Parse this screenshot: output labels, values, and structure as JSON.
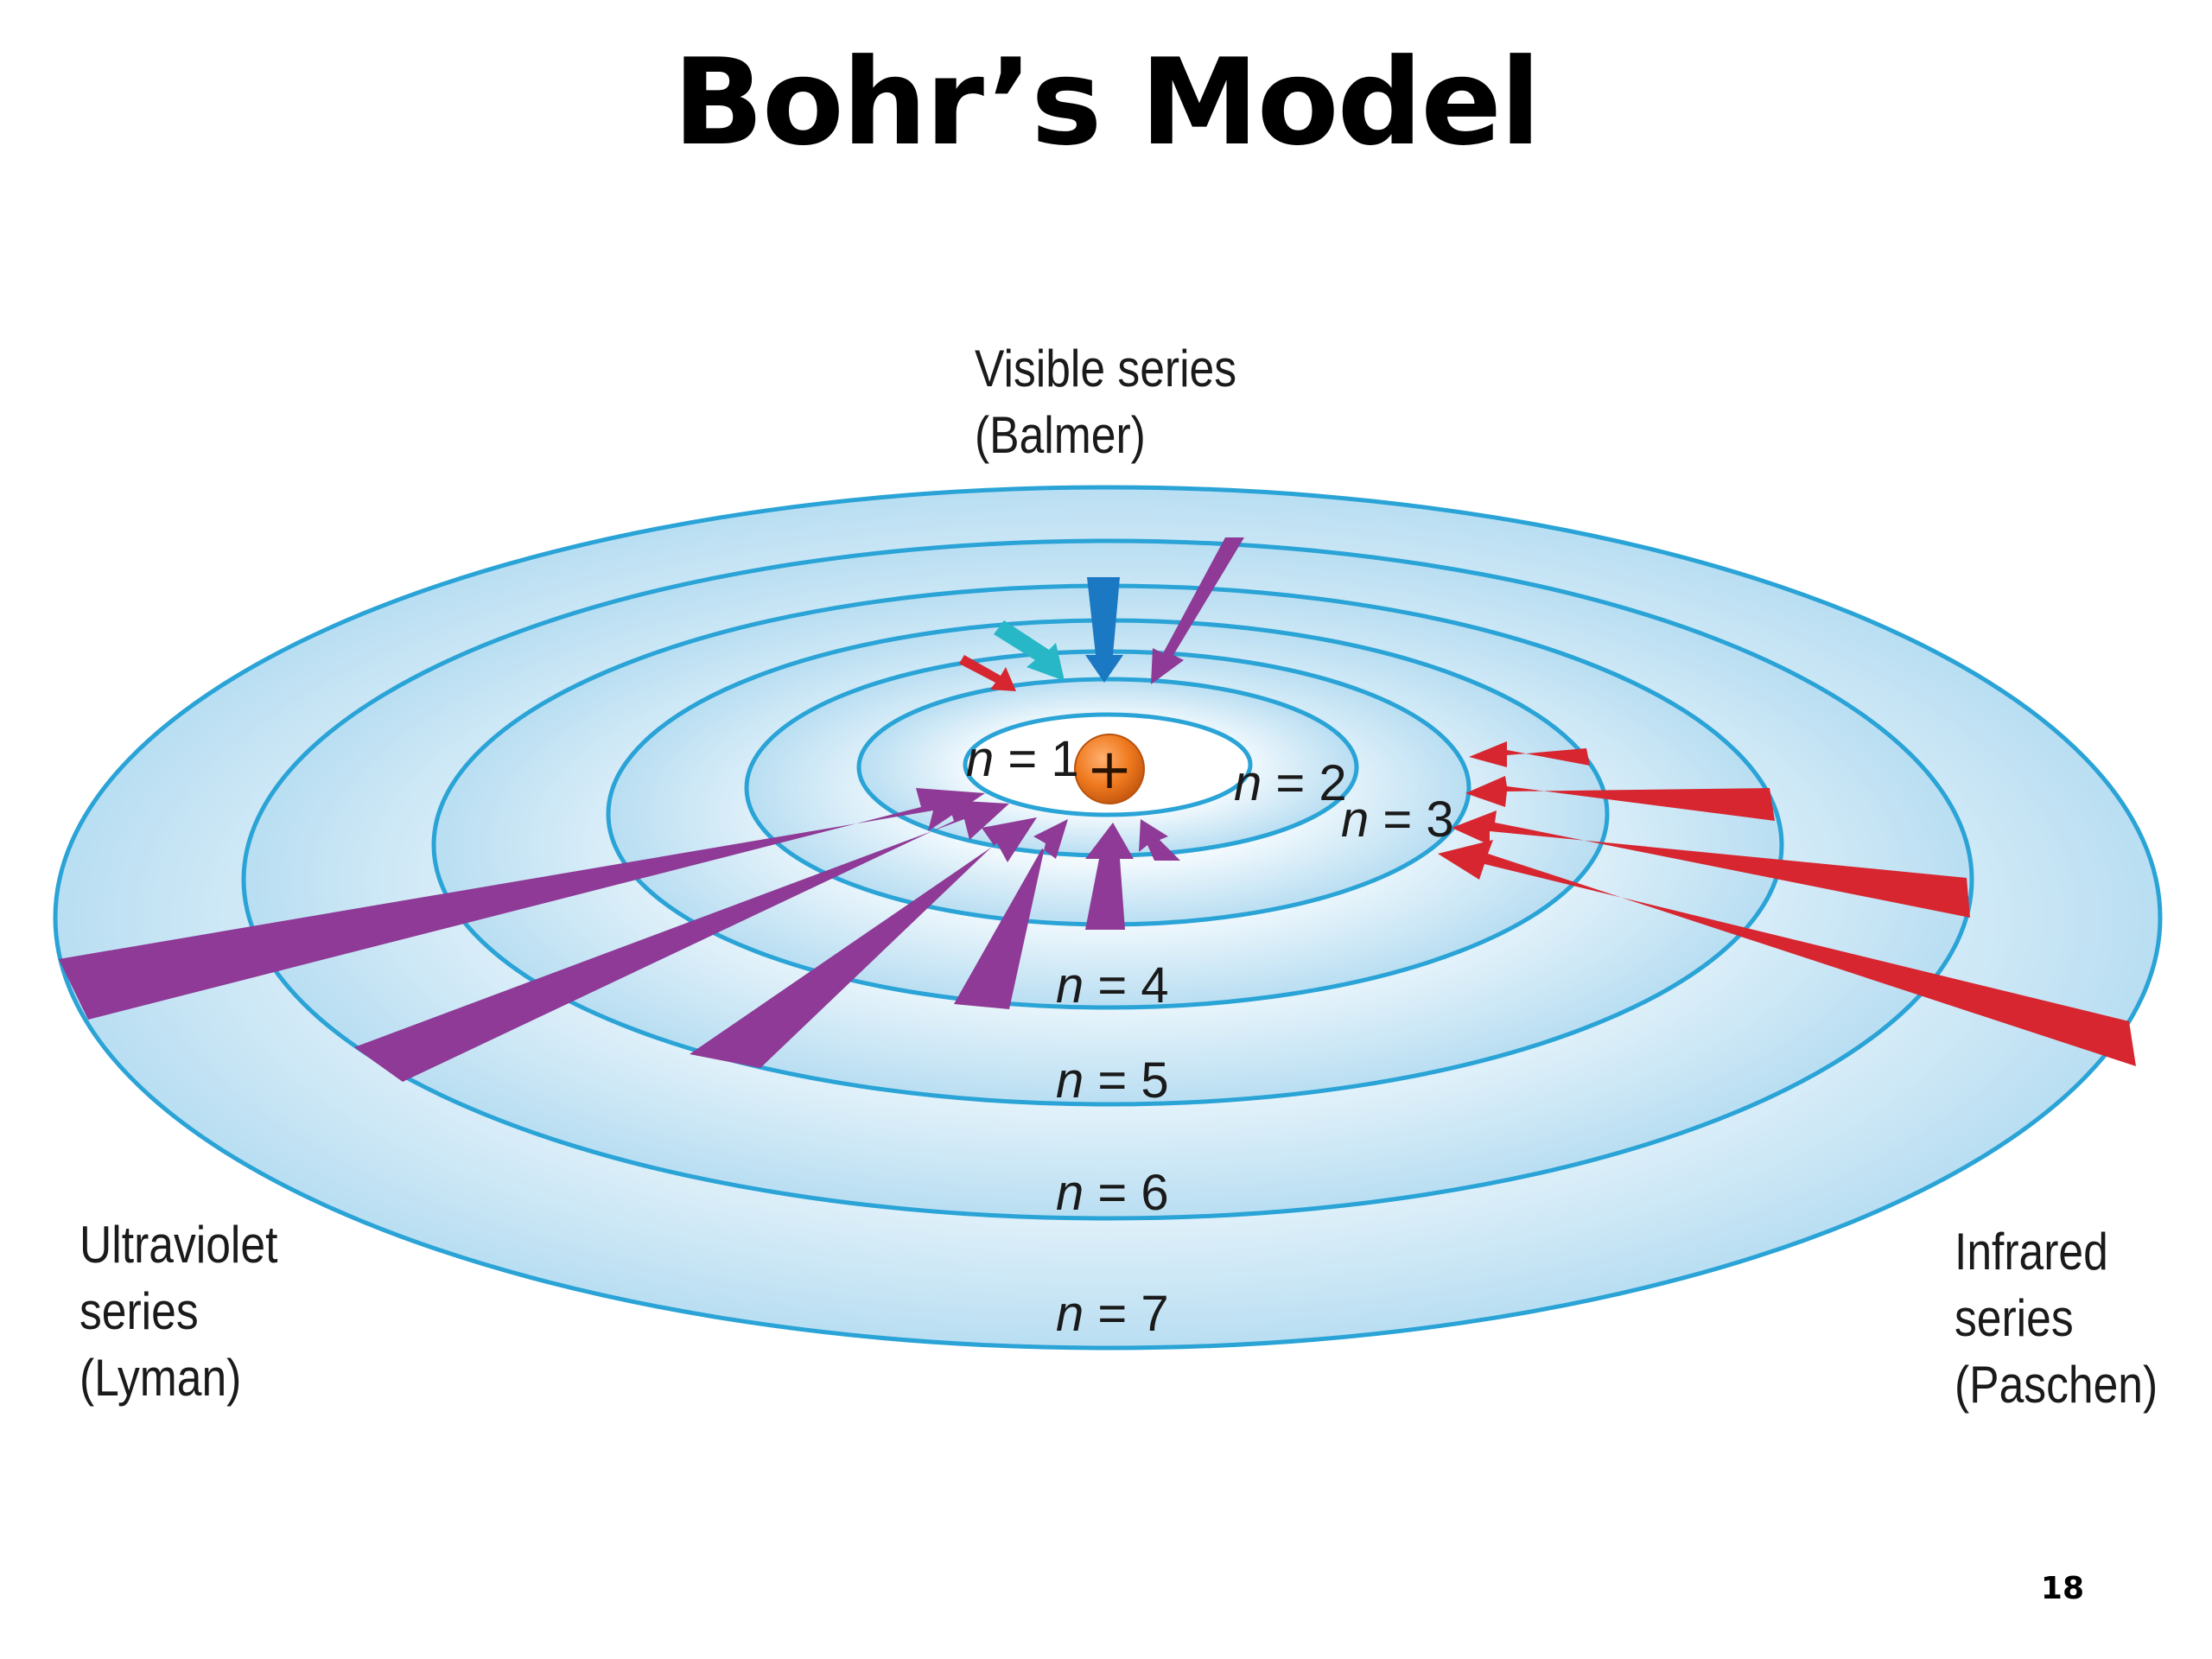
{
  "title": "Bohr’s Model",
  "page_number": "18",
  "series": {
    "visible": {
      "line1": "Visible series",
      "line2": "(Balmer)"
    },
    "ultraviolet": {
      "line1": "Ultraviolet",
      "line2": "series",
      "line3": "(Lyman)"
    },
    "infrared": {
      "line1": "Infrared",
      "line2": "series",
      "line3": "(Paschen)"
    }
  },
  "orbits": [
    {
      "n": "1",
      "label": "n = 1"
    },
    {
      "n": "2",
      "label": "n = 2"
    },
    {
      "n": "3",
      "label": "n = 3"
    },
    {
      "n": "4",
      "label": "n = 4"
    },
    {
      "n": "5",
      "label": "n = 5"
    },
    {
      "n": "6",
      "label": "n = 6"
    },
    {
      "n": "7",
      "label": "n = 7"
    }
  ],
  "nucleus": {
    "symbol": "+"
  },
  "colors": {
    "ring_stroke": "#2aa3d6",
    "ring_fill": "#bfe3f5",
    "lyman": "#8e3a96",
    "paschen": "#d72630",
    "balmer_red": "#d72630",
    "balmer_cyan": "#27b7c7",
    "balmer_blue": "#1b78c2",
    "balmer_violet": "#8e3a96",
    "nucleus": "#ef7a1f"
  }
}
